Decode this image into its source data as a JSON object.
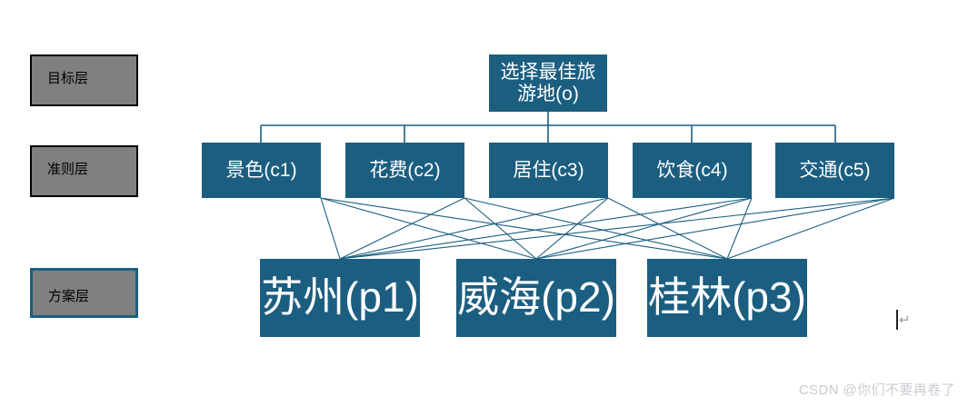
{
  "diagram": {
    "title_text": "选择最佳旅游地(o)",
    "colors": {
      "node_fill": "#1b5e80",
      "node_text": "#ffffff",
      "layer_label_fill": "#808080",
      "layer_label_text": "#000000",
      "edge_stroke": "#1b5e80",
      "canvas": "#ffffff",
      "watermark_text": "#c9ccd1"
    },
    "layers": [
      {
        "id": "goal",
        "label": "目标层"
      },
      {
        "id": "criteria",
        "label": "准则层"
      },
      {
        "id": "alternatives",
        "label": "方案层"
      }
    ],
    "goal": {
      "id": "o",
      "label": "选择最佳旅游地(o)"
    },
    "criteria": [
      {
        "id": "c1",
        "label": "景色(c1)"
      },
      {
        "id": "c2",
        "label": "花费(c2)"
      },
      {
        "id": "c3",
        "label": "居住(c3)"
      },
      {
        "id": "c4",
        "label": "饮食(c4)"
      },
      {
        "id": "c5",
        "label": "交通(c5)"
      }
    ],
    "alternatives": [
      {
        "id": "p1",
        "label": "苏州(p1)"
      },
      {
        "id": "p2",
        "label": "威海(p2)"
      },
      {
        "id": "p3",
        "label": "桂林(p3)"
      }
    ],
    "edges_goal_to_criteria": [
      [
        "o",
        "c1"
      ],
      [
        "o",
        "c2"
      ],
      [
        "o",
        "c3"
      ],
      [
        "o",
        "c4"
      ],
      [
        "o",
        "c5"
      ]
    ],
    "edges_criteria_to_alternatives": [
      [
        "c1",
        "p1"
      ],
      [
        "c1",
        "p2"
      ],
      [
        "c1",
        "p3"
      ],
      [
        "c2",
        "p1"
      ],
      [
        "c2",
        "p2"
      ],
      [
        "c2",
        "p3"
      ],
      [
        "c3",
        "p1"
      ],
      [
        "c3",
        "p2"
      ],
      [
        "c3",
        "p3"
      ],
      [
        "c4",
        "p1"
      ],
      [
        "c4",
        "p2"
      ],
      [
        "c4",
        "p3"
      ],
      [
        "c5",
        "p1"
      ],
      [
        "c5",
        "p2"
      ],
      [
        "c5",
        "p3"
      ]
    ]
  },
  "watermark": {
    "text": "CSDN @你们不要再卷了"
  },
  "cursor": {
    "glyph": "↵"
  }
}
